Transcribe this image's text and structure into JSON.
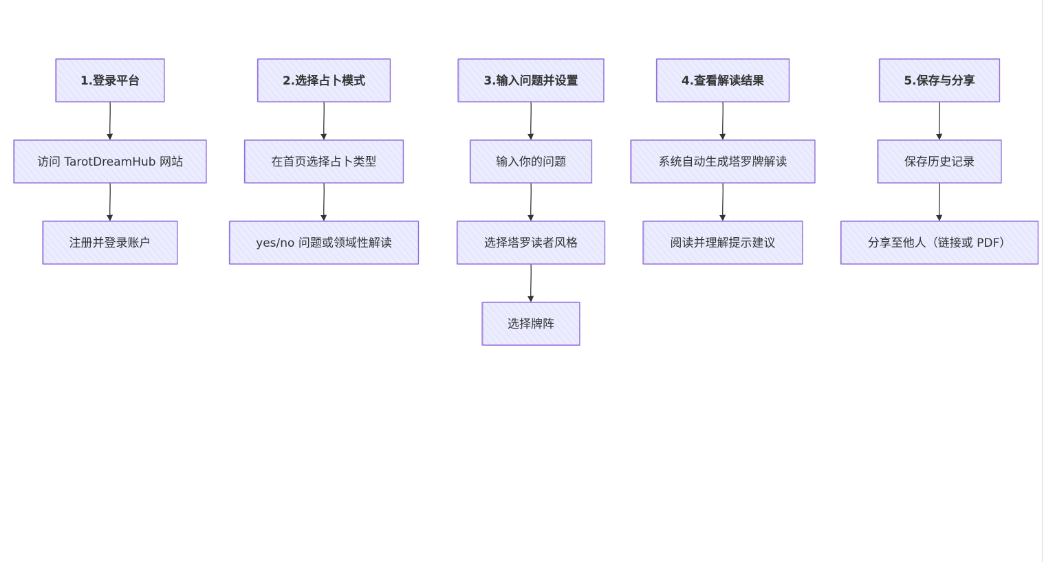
{
  "flow": {
    "columns": [
      {
        "header": "1.登录平台",
        "steps": [
          "访问 TarotDreamHub 网站",
          "注册并登录账户"
        ]
      },
      {
        "header": "2.选择占卜模式",
        "steps": [
          "在首页选择占卜类型",
          "yes/no 问题或领域性解读"
        ]
      },
      {
        "header": "3.输入问题并设置",
        "steps": [
          "输入你的问题",
          "选择塔罗读者风格",
          "选择牌阵"
        ]
      },
      {
        "header": "4.查看解读结果",
        "steps": [
          "系统自动生成塔罗牌解读",
          "阅读并理解提示建议"
        ]
      },
      {
        "header": "5.保存与分享",
        "steps": [
          "保存历史记录",
          "分享至他人（链接或 PDF）"
        ]
      }
    ]
  },
  "colors": {
    "node_fill": "#ececff",
    "node_stroke": "#9370db",
    "edge": "#333333",
    "text": "#333333"
  }
}
